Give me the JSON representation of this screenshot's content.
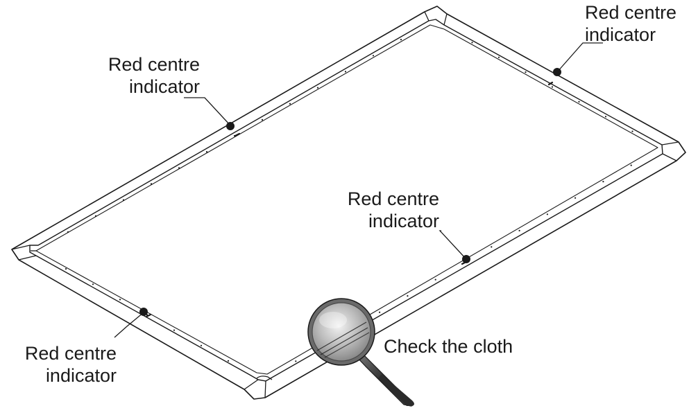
{
  "callouts": {
    "top_left": {
      "line1": "Red centre",
      "line2": "indicator"
    },
    "top_right": {
      "line1": "Red centre",
      "line2": "indicator"
    },
    "middle": {
      "line1": "Red centre",
      "line2": "indicator"
    },
    "bottom_left": {
      "line1": "Red centre",
      "line2": "indicator"
    }
  },
  "magnifier_label": "Check the cloth",
  "colors": {
    "line": "#1a1a1a",
    "frame_fill": "#ffffff"
  },
  "icons": {
    "magnifier": "magnifying-glass-icon",
    "indicator": "dot-marker"
  }
}
